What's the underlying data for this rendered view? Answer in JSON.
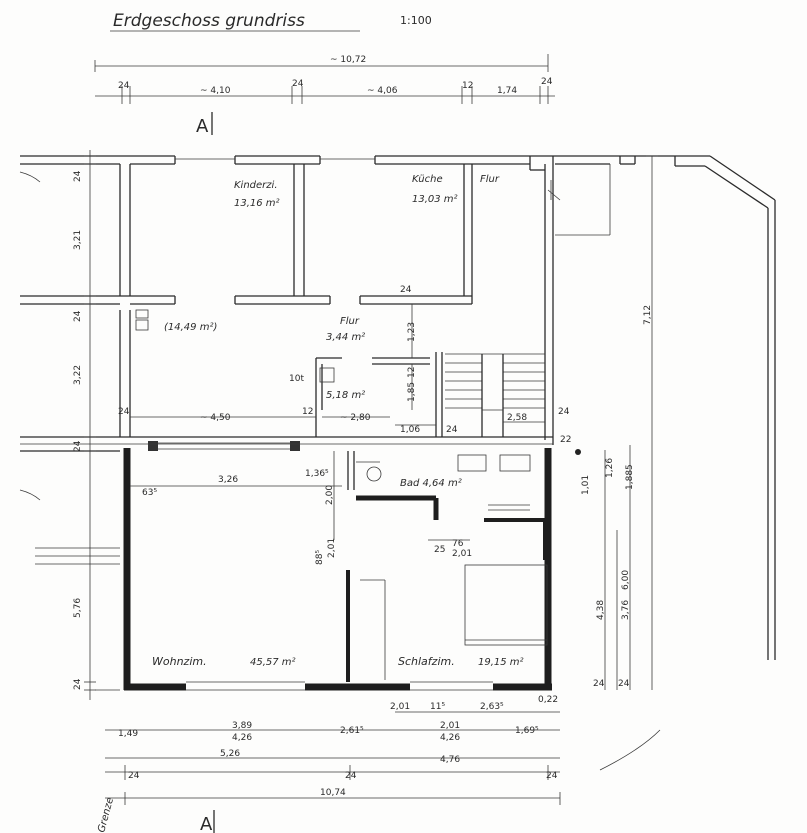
{
  "title": "Erdgeschoss grundriss",
  "scale": "1:100",
  "section_marker": "A",
  "rooms": {
    "kinder_name": "Kinderzi.",
    "kinder_area": "13,16 m²",
    "kueche_name": "Küche",
    "kueche_area": "13,03 m²",
    "flur_top": "Flur",
    "flur_name": "Flur",
    "flur_area": "3,44 m²",
    "gross_area": "(14,49 m²)",
    "small_area": "5,18 m²",
    "bad": "Bad 4,64 m²",
    "wohn_name": "Wohnzim.",
    "wohn_area": "45,57 m²",
    "schlaf_name": "Schlafzim.",
    "schlaf_area": "19,15 m²",
    "grenze": "Grenze"
  },
  "top_dims": {
    "total": "~ 10,72",
    "d24a": "24",
    "d410": "~ 4,10",
    "d24b": "24",
    "d406": "~ 4,06",
    "d12": "12",
    "d174": "1,74",
    "d24c": "24"
  },
  "left_dims": {
    "l24a": "24",
    "l321": "3,21",
    "l24b": "24",
    "l322": "3,22",
    "l24c": "24",
    "l576": "5,76",
    "l24d": "24"
  },
  "right_dims": {
    "r712": "7,12",
    "r600": "6,00",
    "r438": "4,38",
    "r376": "3,76",
    "r126": "1,26",
    "r1885": "1,885",
    "r101": "1,01",
    "r24a": "24",
    "r24b": "24",
    "r22": "22"
  },
  "interior_dims": {
    "i24a": "24",
    "i450": "~ 4,50",
    "i12a": "12",
    "i280": "~ 2,80",
    "i106": "1,06",
    "i24b": "24",
    "i258": "2,58",
    "i24c": "24",
    "i123": "1,23",
    "i185": "1,85",
    "i12b": "12",
    "i24d": "24",
    "i10t": "10t",
    "i326": "3,26",
    "i1365": "1,36⁵",
    "i635": "63⁵",
    "i200": "2,00",
    "i885": "88⁵",
    "i201": "2,01",
    "i76": "76",
    "i25": "25",
    "i201b": "2,01"
  },
  "bottom_dims": {
    "b201": "2,01",
    "b115": "11⁵",
    "b2635": "2,63⁵",
    "b022": "0,22",
    "b149": "1,49",
    "b389": "3,89",
    "b426": "4,26",
    "b2615": "2,61⁵",
    "b201b": "2,01",
    "b426b": "4,26",
    "b1695": "1,69⁵",
    "b526": "5,26",
    "b476": "4,76",
    "b24a": "24",
    "b24b": "24",
    "b24c": "24",
    "b1074": "10,74"
  }
}
